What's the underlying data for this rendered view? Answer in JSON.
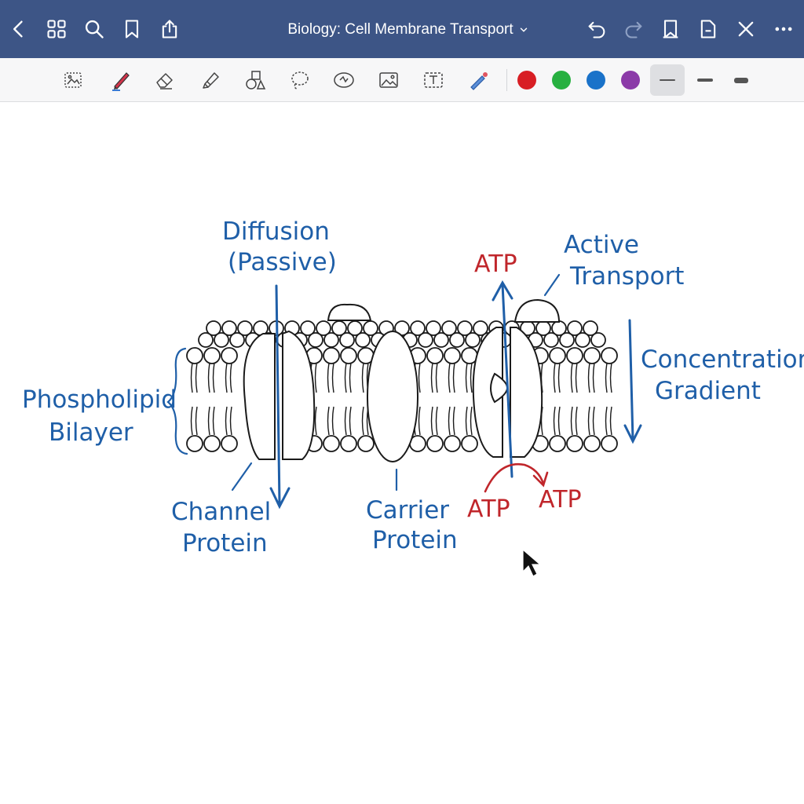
{
  "header": {
    "title": "Biology: Cell Membrane Transport",
    "icons": [
      "back-icon",
      "grid-icon",
      "search-icon",
      "bookmark-icon",
      "share-icon",
      "undo-icon",
      "redo-icon",
      "bookmark-add-icon",
      "page-icon",
      "close-icon",
      "more-icon"
    ]
  },
  "toolbar": {
    "tools": [
      "image-select-icon",
      "pen-icon",
      "eraser-icon",
      "highlighter-icon",
      "shapes-icon",
      "lasso-icon",
      "element-icon",
      "image-icon",
      "text-icon",
      "laser-icon"
    ],
    "colors": [
      "#d81e24",
      "#27b040",
      "#1a72c9",
      "#8b3aa8"
    ],
    "stroke_sizes": [
      "thin",
      "medium",
      "thick"
    ],
    "selected_stroke": "thin"
  },
  "diagram": {
    "labels": {
      "diffusion_1": "Diffusion",
      "diffusion_2": "(Passive)",
      "active_1": "Active",
      "active_2": "Transport",
      "atp_top": "ATP",
      "concentration_1": "Concentration",
      "concentration_2": "Gradient",
      "phospholipid_1": "Phospholipid",
      "phospholipid_2": "Bilayer",
      "channel_1": "Channel",
      "channel_2": "Protein",
      "carrier_1": "Carrier",
      "carrier_2": "Protein",
      "atp_left": "ATP",
      "atp_right": "ATP"
    },
    "colors": {
      "ink_blue": "#1f5fa8",
      "ink_red": "#c0262b",
      "outline": "#1a1a1a"
    }
  }
}
